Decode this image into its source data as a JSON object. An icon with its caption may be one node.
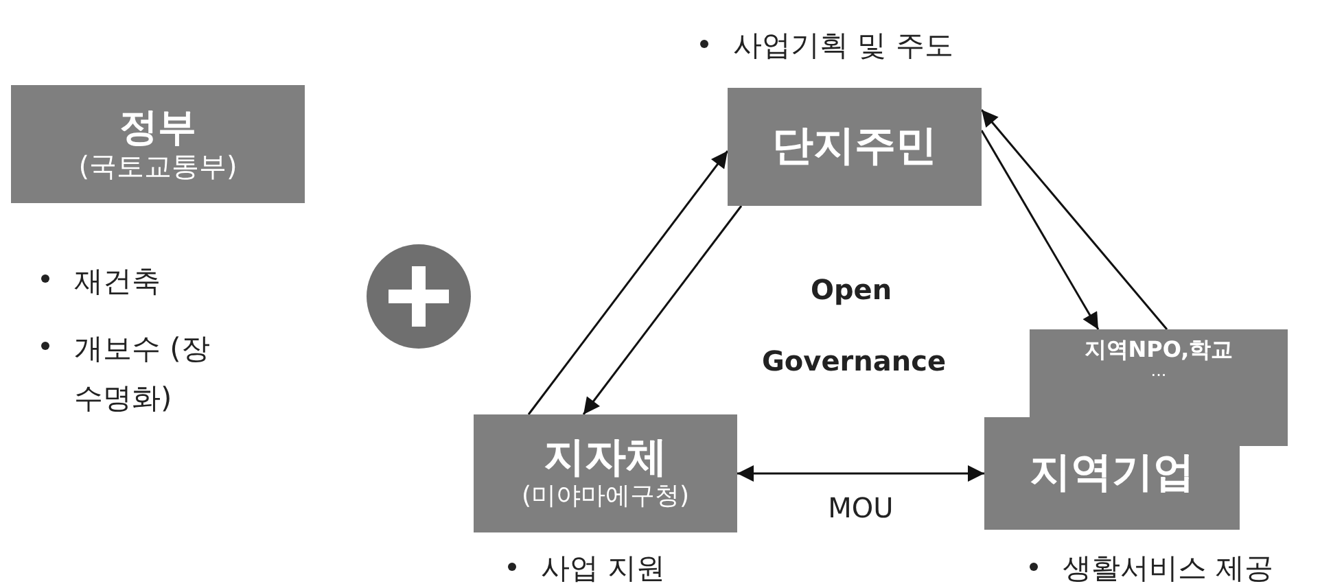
{
  "diagram": {
    "nodes": [
      {
        "text": [
          "정부",
          "(국토교통부)"
        ],
        "beside": [
          "재건축",
          "개보수 (장수명화)"
        ]
      },
      {
        "text": [
          "단지주민"
        ],
        "beside": [
          "사업기획 및 주도"
        ]
      },
      {
        "text": [
          "지자체",
          "(미야마에구청)"
        ],
        "beside": [
          "사업 지원"
        ]
      },
      {
        "text": [
          "지역NPO,학교",
          "..."
        ]
      },
      {
        "text": [
          "지역기업"
        ],
        "beside": [
          "생활서비스 제공"
        ]
      }
    ],
    "edges": [
      {
        "from": 2,
        "to": 1,
        "arrow": "to"
      },
      {
        "from": 1,
        "to": 2,
        "arrow": "to"
      },
      {
        "from": 1,
        "to": 3,
        "arrow": "to"
      },
      {
        "from": 3,
        "to": 1,
        "arrow": "to"
      },
      {
        "from": 2,
        "to": 4,
        "arrow": "both",
        "label": "MOU"
      }
    ],
    "labels": [
      "Open Governance"
    ]
  }
}
